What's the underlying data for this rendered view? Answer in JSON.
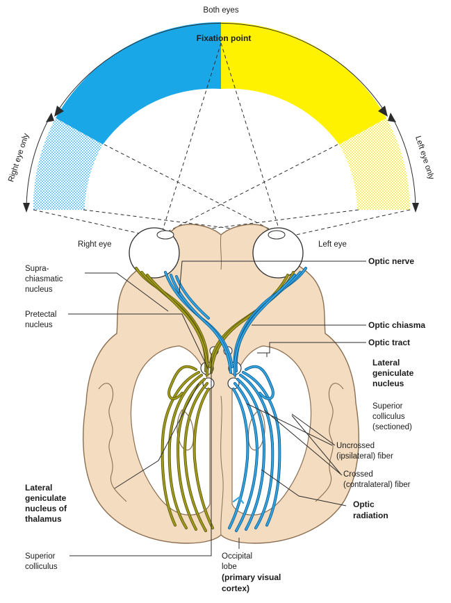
{
  "field": {
    "both_eyes": "Both eyes",
    "fixation_point": "Fixation point",
    "right_eye_only": "Right eye only",
    "left_eye_only": "Left eye only",
    "right_field_color": "#1aa7e8",
    "left_field_color": "#fff200"
  },
  "eyes": {
    "right_eye": "Right eye",
    "left_eye": "Left eye"
  },
  "labels_left": {
    "supra_1": "Supra-",
    "supra_2": "chiasmatic",
    "supra_3": "nucleus",
    "pretectal_1": "Pretectal",
    "pretectal_2": "nucleus",
    "lgn_thal_1": "Lateral",
    "lgn_thal_2": "geniculate",
    "lgn_thal_3": "nucleus of",
    "lgn_thal_4": "thalamus",
    "sup_coll_1": "Superior",
    "sup_coll_2": "colliculus"
  },
  "labels_right": {
    "optic_nerve": "Optic nerve",
    "optic_chiasma": "Optic chiasma",
    "optic_tract": "Optic tract",
    "lgn_1": "Lateral",
    "lgn_2": "geniculate",
    "lgn_3": "nucleus",
    "sc_sec_1": "Superior",
    "sc_sec_2": "colliculus",
    "sc_sec_3": "(sectioned)",
    "uncrossed_1": "Uncrossed",
    "uncrossed_2": "(ipsilateral) fiber",
    "crossed_1": "Crossed",
    "crossed_2": "(contralateral) fiber",
    "optic_rad_1": "Optic",
    "optic_rad_2": "radiation"
  },
  "labels_bottom": {
    "occipital_1": "Occipital",
    "occipital_2": "lobe",
    "occipital_3": "(primary visual",
    "occipital_4": "cortex)"
  },
  "colors": {
    "yellow_fiber": "#a39d1e",
    "blue_fiber": "#36a6e3",
    "brain_fill": "#f3dcc0"
  }
}
